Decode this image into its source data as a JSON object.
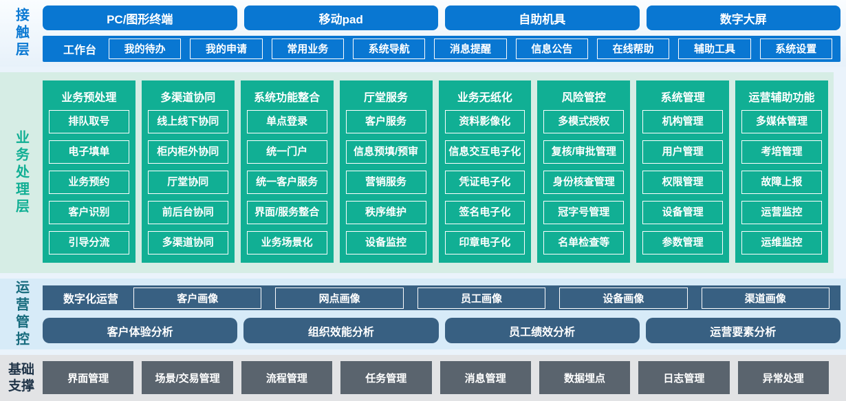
{
  "layers": {
    "contact": {
      "label": "接触层",
      "devices": [
        "PC/图形终端",
        "移动pad",
        "自助机具",
        "数字大屏"
      ],
      "workbench": {
        "label": "工作台",
        "items": [
          "我的待办",
          "我的申请",
          "常用业务",
          "系统导航",
          "消息提醒",
          "信息公告",
          "在线帮助",
          "辅助工具",
          "系统设置"
        ]
      }
    },
    "business": {
      "label": "业务处理层",
      "columns": [
        {
          "title": "业务预处理",
          "items": [
            "排队取号",
            "电子填单",
            "业务预约",
            "客户识别",
            "引导分流"
          ]
        },
        {
          "title": "多渠道协同",
          "items": [
            "线上线下协同",
            "柜内柜外协同",
            "厅堂协同",
            "前后台协同",
            "多渠道协同"
          ]
        },
        {
          "title": "系统功能整合",
          "items": [
            "单点登录",
            "统一门户",
            "统一客户服务",
            "界面/服务整合",
            "业务场景化"
          ]
        },
        {
          "title": "厅堂服务",
          "items": [
            "客户服务",
            "信息预填/预审",
            "营销服务",
            "秩序维护",
            "设备监控"
          ]
        },
        {
          "title": "业务无纸化",
          "items": [
            "资料影像化",
            "信息交互电子化",
            "凭证电子化",
            "签名电子化",
            "印章电子化"
          ]
        },
        {
          "title": "风险管控",
          "items": [
            "多模式授权",
            "复核/审批管理",
            "身份核查管理",
            "冠字号管理",
            "名单检查等"
          ]
        },
        {
          "title": "系统管理",
          "items": [
            "机构管理",
            "用户管理",
            "权限管理",
            "设备管理",
            "参数管理"
          ]
        },
        {
          "title": "运营辅助功能",
          "items": [
            "多媒体管理",
            "考培管理",
            "故障上报",
            "运营监控",
            "运维监控"
          ]
        }
      ]
    },
    "operations": {
      "label": "运营管控",
      "digital": {
        "label": "数字化运营",
        "items": [
          "客户画像",
          "网点画像",
          "员工画像",
          "设备画像",
          "渠道画像"
        ]
      },
      "analysis": [
        "客户体验分析",
        "组织效能分析",
        "员工绩效分析",
        "运营要素分析"
      ]
    },
    "foundation": {
      "label": "基础支撑",
      "items": [
        "界面管理",
        "场景/交易管理",
        "流程管理",
        "任务管理",
        "消息管理",
        "数据埋点",
        "日志管理",
        "异常处理"
      ]
    }
  },
  "colors": {
    "primary_blue": "#0977d2",
    "teal_green": "#11af94",
    "light_green_band": "#d6ede5",
    "slate_blue": "#386082",
    "light_blue_band": "#d7ebf8",
    "gray_button": "#5a646e",
    "light_gray_band": "#e2e3e5",
    "contact_label": "#0b79d3",
    "business_label": "#11af94",
    "operations_label": "#176b7d",
    "foundation_label": "#1f3347"
  }
}
